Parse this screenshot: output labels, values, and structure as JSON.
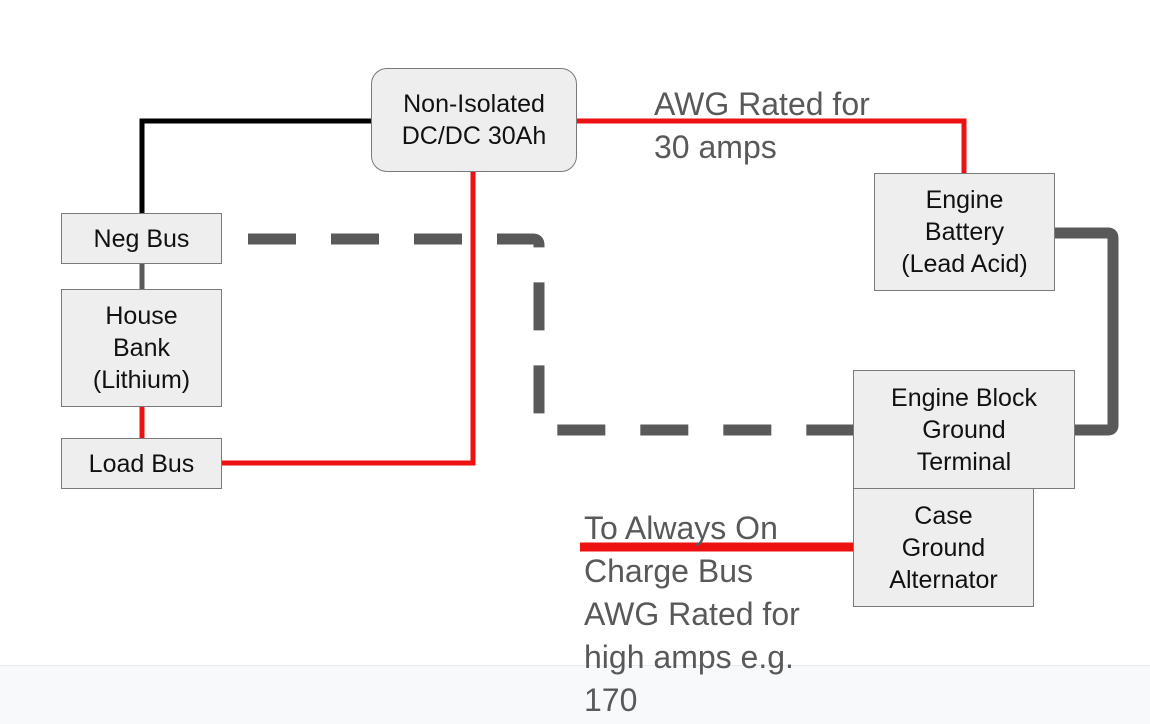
{
  "colors": {
    "positive_wire": "#ee1111",
    "negative_wire": "#000000",
    "ground_wire": "#595959",
    "node_fill": "#eeeeee",
    "node_border": "#7a7a7a",
    "note_text": "#595959"
  },
  "nodes": {
    "dcdc": "Non-Isolated\nDC/DC 30Ah",
    "engine_battery": "Engine\nBattery\n(Lead Acid)",
    "neg_bus": "Neg Bus",
    "house_bank": "House\nBank\n(Lithium)",
    "load_bus": "Load Bus",
    "engine_block": "Engine Block\nGround\nTerminal",
    "case_ground": "Case\nGround\nAlternator"
  },
  "notes": {
    "awg_30": "AWG Rated for\n30 amps",
    "charge_bus": "To Always On\nCharge Bus\nAWG Rated for\nhigh amps e.g.\n170"
  },
  "connections": [
    {
      "from": "neg_bus",
      "to": "dcdc",
      "type": "negative"
    },
    {
      "from": "dcdc",
      "to": "engine_battery",
      "type": "positive"
    },
    {
      "from": "dcdc",
      "to": "load_bus",
      "type": "positive"
    },
    {
      "from": "house_bank",
      "to": "load_bus",
      "type": "positive"
    },
    {
      "from": "neg_bus",
      "to": "house_bank",
      "type": "ground"
    },
    {
      "from": "neg_bus",
      "to": "engine_block",
      "type": "ground-dashed"
    },
    {
      "from": "engine_battery",
      "to": "engine_block",
      "type": "ground"
    },
    {
      "from": "case_ground",
      "to": "charge_bus",
      "type": "positive"
    }
  ]
}
